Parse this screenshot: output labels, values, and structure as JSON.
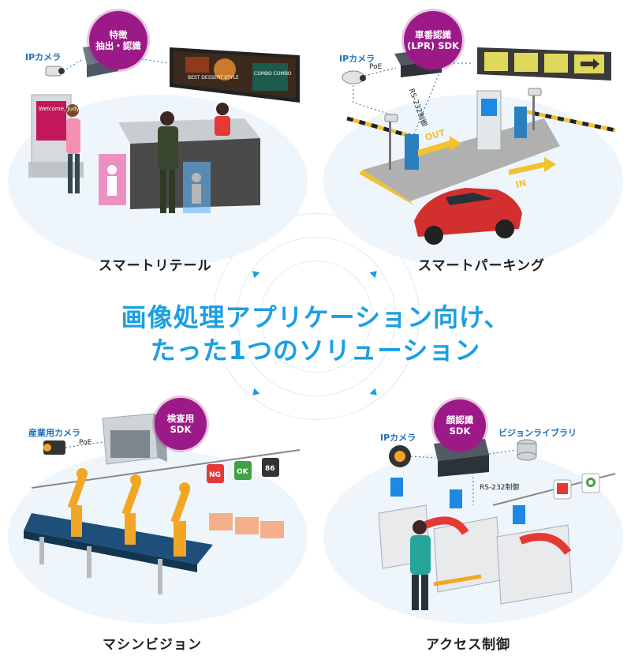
{
  "headline": {
    "line1": "画像処理アプリケーション向け、",
    "line2": "たった1つのソリューション"
  },
  "retail": {
    "caption": "スマートリテール",
    "badge_line1": "特徴",
    "badge_line2": "抽出・認識",
    "camera_label": "IPカメラ",
    "kiosk_text": "Welcome, Judy",
    "screen_text": "BEST DESSERT STYLE",
    "screen_text2": "COMBO COMBO"
  },
  "parking": {
    "caption": "スマートパーキング",
    "badge_line1": "車番認識",
    "badge_line2": "(LPR) SDK",
    "camera_label": "IPカメラ",
    "poe_label": "PoE",
    "rs232_label": "RS-232制御",
    "road_out": "OUT",
    "road_in": "IN"
  },
  "vision": {
    "caption": "マシンビジョン",
    "badge_line1": "検査用",
    "badge_line2": "SDK",
    "camera_label": "産業用カメラ",
    "poe_label": "PoE",
    "sign_ng": "NG",
    "sign_ok": "OK",
    "sign_num": "86"
  },
  "access": {
    "caption": "アクセス制御",
    "badge_line1": "顔認識",
    "badge_line2": "SDK",
    "camera_label": "IPカメラ",
    "library_label": "ビジョンライブラリ",
    "rs232_label": "RS-232制御"
  },
  "colors": {
    "accent_blue": "#1b9fe3",
    "badge_magenta": "#9c1a88",
    "label_blue": "#1e6fb8",
    "ng_red": "#e53935",
    "ok_green": "#43a047"
  }
}
